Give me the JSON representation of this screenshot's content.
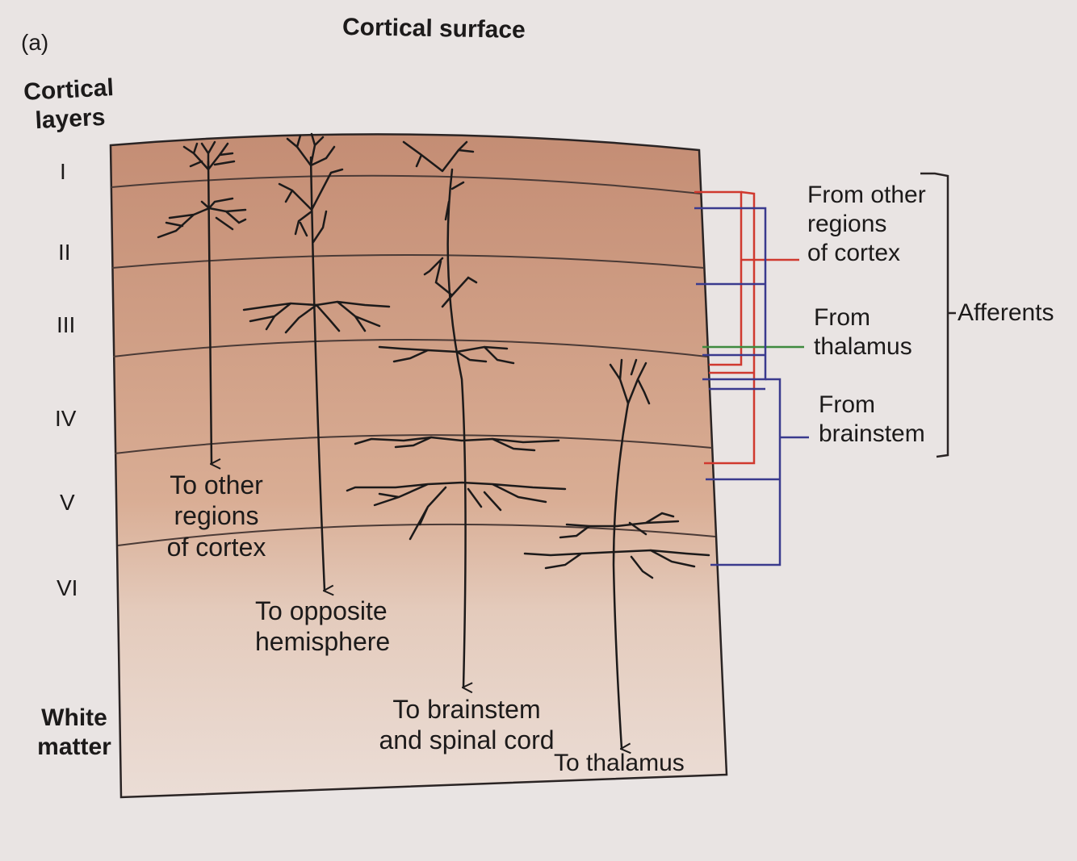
{
  "panel_label": "(a)",
  "top_title": "Cortical surface",
  "left_heading": "Cortical\nlayers",
  "layers": [
    "I",
    "II",
    "III",
    "IV",
    "V",
    "VI"
  ],
  "white_matter": "White\nmatter",
  "efferents": {
    "other_regions": "To other\nregions\nof cortex",
    "opposite_hemisphere": "To opposite\nhemisphere",
    "brainstem_spinal": "To brainstem\nand spinal cord",
    "thalamus": "To thalamus"
  },
  "afferents": {
    "from_cortex": "From other\nregions\nof cortex",
    "from_thalamus": "From\nthalamus",
    "from_brainstem": "From\nbrainstem",
    "group_label": "Afferents"
  },
  "colors": {
    "cortex_top": "#c48d74",
    "cortex_bottom": "#e0c2b0",
    "white_matter": "#e9dcd6",
    "neuron": "#1c1a1a",
    "cortex_afferent": "#d0392f",
    "thalamus_afferent": "#3f8a3e",
    "brainstem_afferent": "#3a3a8e"
  }
}
